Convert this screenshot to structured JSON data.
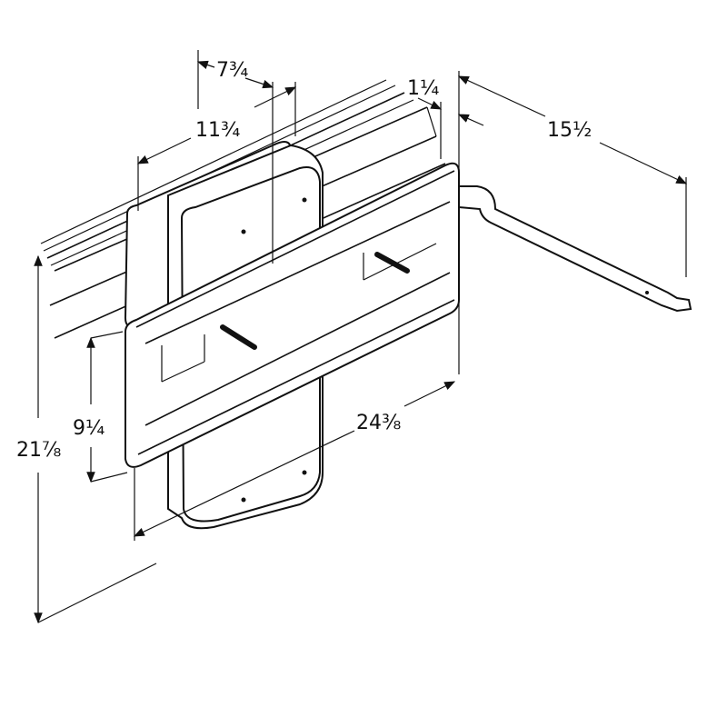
{
  "dimensions": {
    "backplate_depth": "7¾",
    "backplate_width": "11¾",
    "panel_thickness": "1¼",
    "arm_projection": "15½",
    "overall_height": "21⅞",
    "panel_height": "9¼",
    "panel_width": "24⅜"
  },
  "colors": {
    "line": "#111111",
    "background": "#ffffff"
  }
}
